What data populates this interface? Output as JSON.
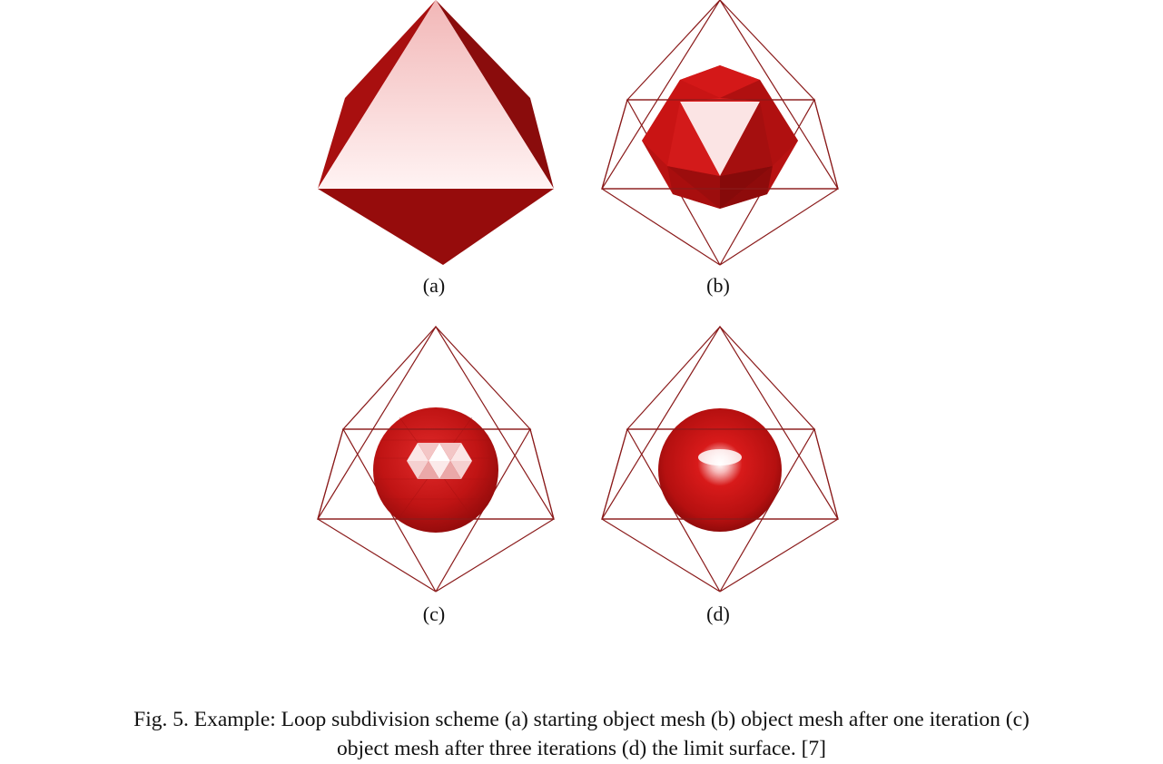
{
  "figure": {
    "panels": [
      {
        "id": "a",
        "label": "(a)",
        "object": "starting object mesh (octahedron)",
        "has_wireframe": false
      },
      {
        "id": "b",
        "label": "(b)",
        "object": "mesh after one iteration",
        "has_wireframe": true
      },
      {
        "id": "c",
        "label": "(c)",
        "object": "mesh after three iterations",
        "has_wireframe": true
      },
      {
        "id": "d",
        "label": "(d)",
        "object": "limit surface",
        "has_wireframe": true
      }
    ],
    "caption_line1": "Fig. 5. Example: Loop subdivision scheme (a) starting object mesh (b) object mesh after one iteration (c)",
    "caption_line2": "object mesh after three iterations (d) the limit surface. [7]"
  },
  "colors": {
    "mesh_red": "#b01010",
    "dark_red": "#7a0a0a",
    "highlight": "#fbe8e8",
    "wireframe": "#8a1a1a",
    "background": "#ffffff"
  }
}
